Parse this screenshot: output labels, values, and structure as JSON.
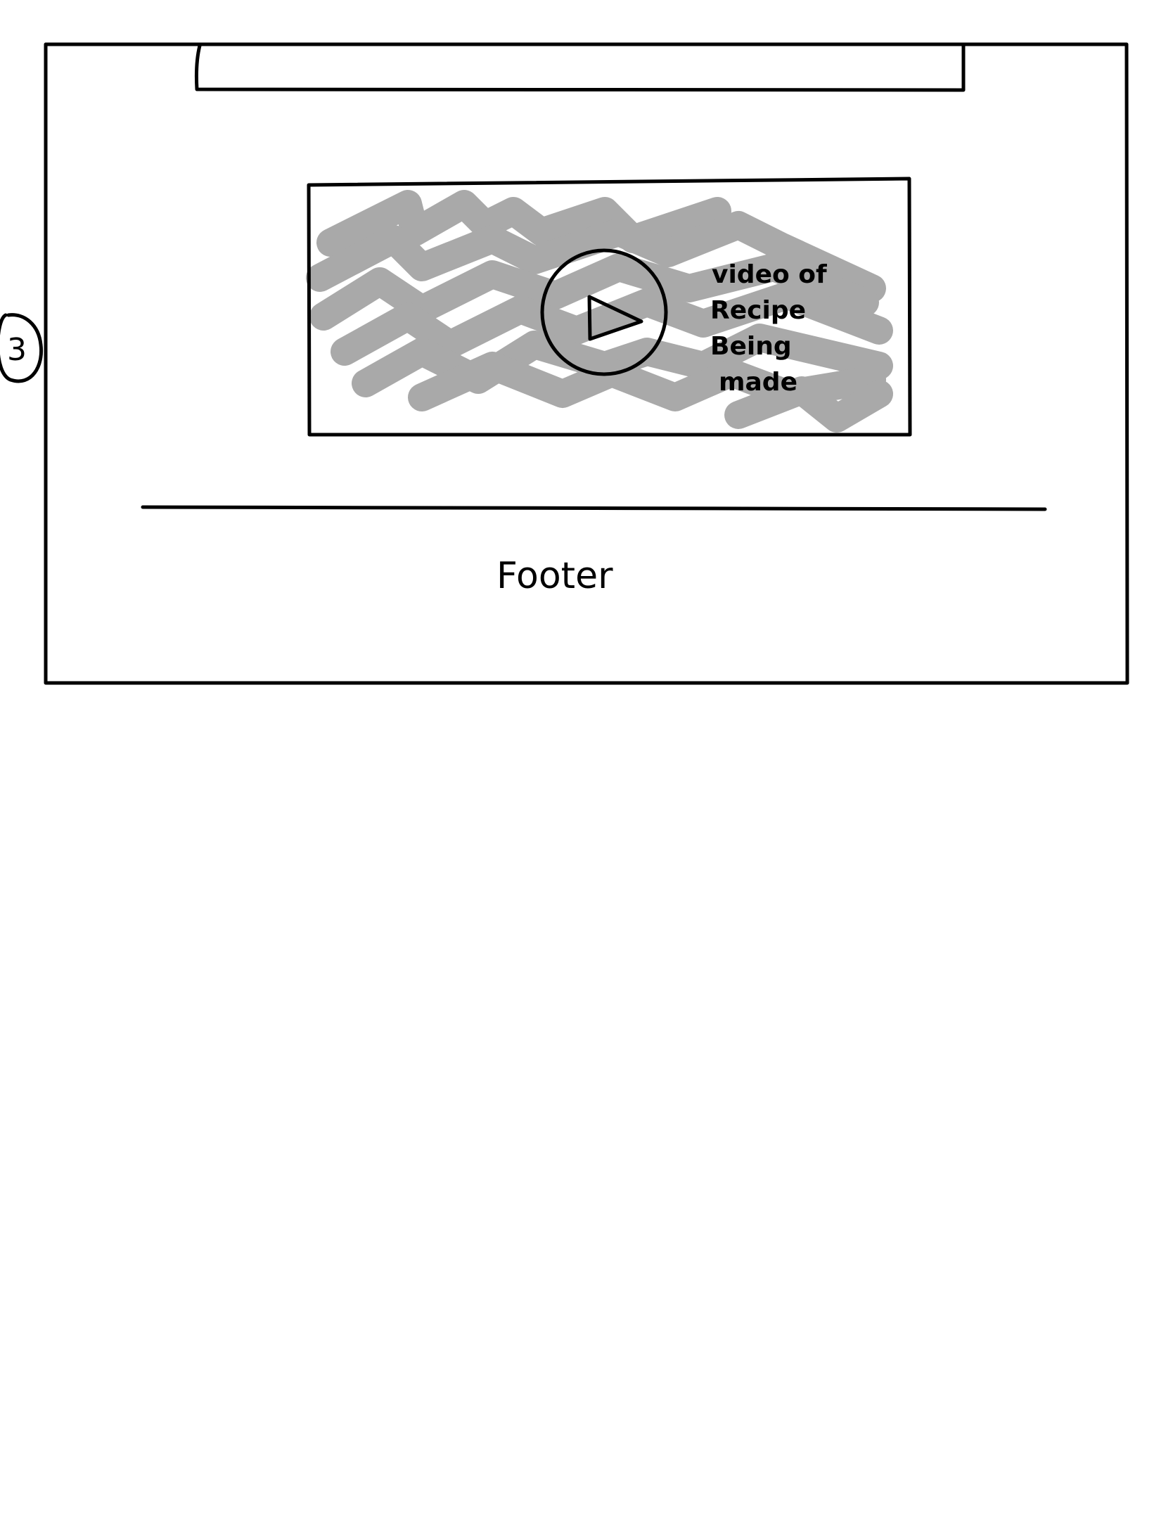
{
  "step_marker": "3",
  "video": {
    "caption_lines": [
      "video of",
      "Recipe",
      "Being",
      "made"
    ]
  },
  "footer": {
    "label": "Footer"
  },
  "colors": {
    "ink": "#000000",
    "placeholder_fill": "#a9a9a9",
    "background": "#ffffff"
  },
  "icons": {
    "play": "play-button-icon",
    "step": "step-number-badge"
  }
}
